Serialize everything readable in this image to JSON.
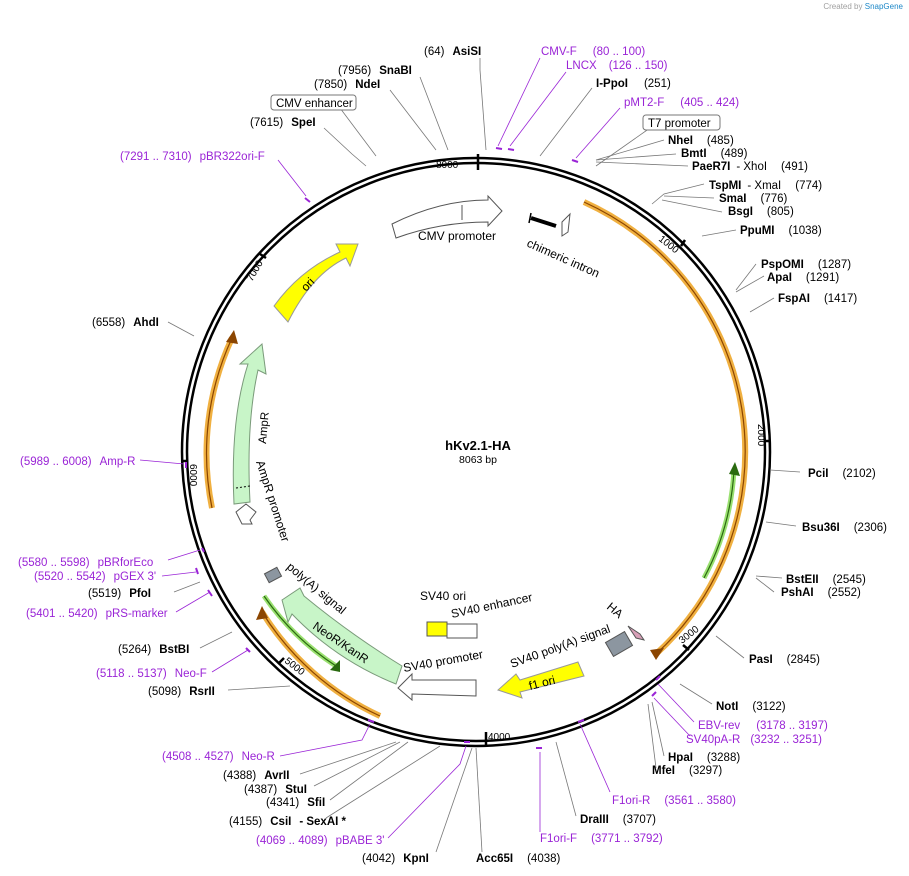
{
  "credit": {
    "prefix": "Created by",
    "brand": "SnapGene"
  },
  "plasmid": {
    "name": "hKv2.1-HA",
    "size": "8063 bp"
  },
  "ticks": [
    "1000",
    "2000",
    "3000",
    "4000",
    "5000",
    "6000",
    "7000",
    "8000"
  ],
  "sites": [
    {
      "name": "AsiSI",
      "pos": "(64)"
    },
    {
      "name": "SnaBI",
      "pos": "(7956)"
    },
    {
      "name": "NdeI",
      "pos": "(7850)"
    },
    {
      "name": "SpeI",
      "pos": "(7615)"
    },
    {
      "name": "I-PpoI",
      "pos": "(251)"
    },
    {
      "name": "NheI",
      "pos": "(485)"
    },
    {
      "name": "BmtI",
      "pos": "(489)"
    },
    {
      "name": "PaeR7I",
      "pos": "- XhoI",
      "extra": "(491)"
    },
    {
      "name": "TspMI",
      "pos": "- XmaI",
      "extra": "(774)"
    },
    {
      "name": "SmaI",
      "pos": "(776)"
    },
    {
      "name": "BsgI",
      "pos": "(805)"
    },
    {
      "name": "PpuMI",
      "pos": "(1038)"
    },
    {
      "name": "PspOMI",
      "pos": "(1287)"
    },
    {
      "name": "ApaI",
      "pos": "(1291)"
    },
    {
      "name": "FspAI",
      "pos": "(1417)"
    },
    {
      "name": "PciI",
      "pos": "(2102)"
    },
    {
      "name": "Bsu36I",
      "pos": "(2306)"
    },
    {
      "name": "BstEII",
      "pos": "(2545)"
    },
    {
      "name": "PshAI",
      "pos": "(2552)"
    },
    {
      "name": "PasI",
      "pos": "(2845)"
    },
    {
      "name": "NotI",
      "pos": "(3122)"
    },
    {
      "name": "HpaI",
      "pos": "(3288)"
    },
    {
      "name": "MfeI",
      "pos": "(3297)"
    },
    {
      "name": "DraIII",
      "pos": "(3707)"
    },
    {
      "name": "Acc65I",
      "pos": "(4038)"
    },
    {
      "name": "KpnI",
      "pos": "(4042)"
    },
    {
      "name": "CsiI",
      "pos": "(4155)",
      "extra": "- SexAI *"
    },
    {
      "name": "SfiI",
      "pos": "(4341)"
    },
    {
      "name": "StuI",
      "pos": "(4387)"
    },
    {
      "name": "AvrII",
      "pos": "(4388)"
    },
    {
      "name": "RsrII",
      "pos": "(5098)"
    },
    {
      "name": "BstBI",
      "pos": "(5264)"
    },
    {
      "name": "PfoI",
      "pos": "(5519)"
    },
    {
      "name": "AhdI",
      "pos": "(6558)"
    }
  ],
  "primers": [
    {
      "name": "CMV-F",
      "pos": "(80 .. 100)"
    },
    {
      "name": "LNCX",
      "pos": "(126 .. 150)"
    },
    {
      "name": "pMT2-F",
      "pos": "(405 .. 424)"
    },
    {
      "name": "EBV-rev",
      "pos": "(3178 .. 3197)"
    },
    {
      "name": "SV40pA-R",
      "pos": "(3232 .. 3251)"
    },
    {
      "name": "F1ori-R",
      "pos": "(3561 .. 3580)"
    },
    {
      "name": "F1ori-F",
      "pos": "(3771 .. 3792)"
    },
    {
      "name": "pBABE 3'",
      "pos": "(4069 .. 4089)"
    },
    {
      "name": "Neo-R",
      "pos": "(4508 .. 4527)"
    },
    {
      "name": "Neo-F",
      "pos": "(5118 .. 5137)"
    },
    {
      "name": "pRS-marker",
      "pos": "(5401 .. 5420)"
    },
    {
      "name": "pGEX 3'",
      "pos": "(5520 .. 5542)"
    },
    {
      "name": "pBRforEco",
      "pos": "(5580 .. 5598)"
    },
    {
      "name": "Amp-R",
      "pos": "(5989 .. 6008)"
    },
    {
      "name": "pBR322ori-F",
      "pos": "(7291 .. 7310)"
    }
  ],
  "boxed": [
    "CMV enhancer",
    "T7 promoter"
  ],
  "features": [
    "CMV promoter",
    "chimeric intron",
    "ori",
    "AmpR",
    "AmpR promoter",
    "poly(A) signal",
    "NeoR/KanR",
    "SV40 ori",
    "SV40 enhancer",
    "SV40 promoter",
    "SV40 poly(A) signal",
    "f1 ori",
    "HA"
  ],
  "colors": {
    "primer": "#9a24d6",
    "ori": "#ffff00",
    "ampr": "#c8f5c8",
    "orf_band": "#f0b040",
    "orf_inner": "#8b4500",
    "green_band": "#4aa02c",
    "grey_box": "#8c96a0",
    "ha": "#d8a0b8"
  }
}
